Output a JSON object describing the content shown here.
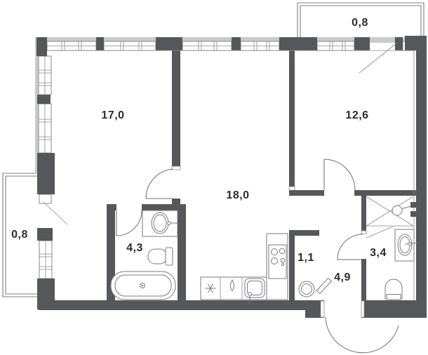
{
  "floorplan": {
    "type": "apartment-floor-plan",
    "rooms": [
      {
        "name": "balcony-top",
        "area_label": "0,8"
      },
      {
        "name": "room-17",
        "area_label": "17,0"
      },
      {
        "name": "room-12-6",
        "area_label": "12,6"
      },
      {
        "name": "balcony-left",
        "area_label": "0,8"
      },
      {
        "name": "bathroom-4-3",
        "area_label": "4,3"
      },
      {
        "name": "living-kitchen-18",
        "area_label": "18,0"
      },
      {
        "name": "laundry-niche-1-1",
        "area_label": "1,1"
      },
      {
        "name": "hallway-4-9",
        "area_label": "4,9"
      },
      {
        "name": "shower-room-3-4",
        "area_label": "3,4"
      }
    ],
    "colors": {
      "wall": "#55575a",
      "window_band": "#c9cacb",
      "outline": "#8a8a8a",
      "label": "#2c2c2c",
      "background": "#ffffff"
    },
    "fixtures": [
      "bathtub-icon",
      "wash-basin-icon",
      "toilet-icon",
      "shower-icon",
      "stove-icon",
      "kitchen-sink-icon",
      "washing-machine-icon",
      "fridge-icon",
      "water-drop-icon",
      "door-swing-icon"
    ]
  }
}
